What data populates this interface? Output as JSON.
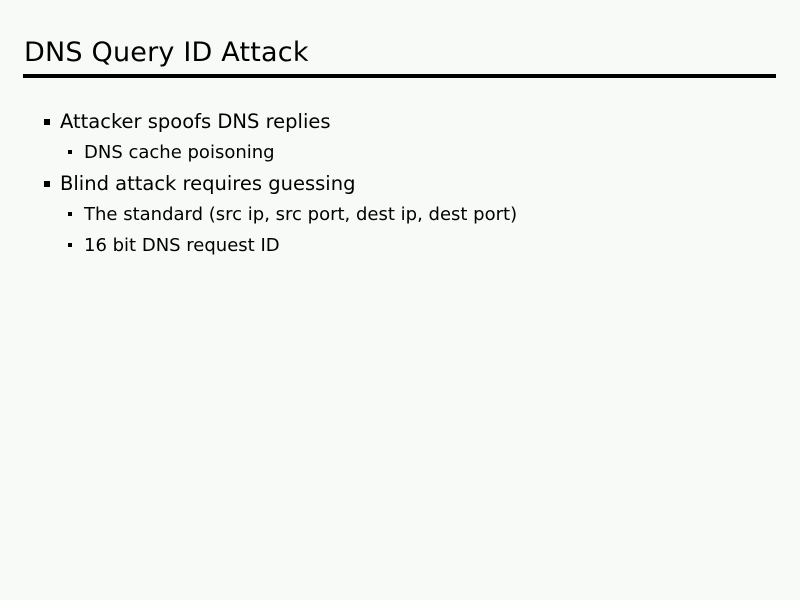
{
  "slide": {
    "title": "DNS Query ID Attack",
    "background_color": "#f7faf7",
    "text_color": "#000000",
    "rule_color": "#000000",
    "bullets": [
      {
        "level": 1,
        "marker": "square-bullet",
        "text": "Attacker spoofs DNS replies"
      },
      {
        "level": 2,
        "marker": "square-bullet",
        "text": "DNS cache poisoning"
      },
      {
        "level": 1,
        "marker": "square-bullet",
        "text": "Blind attack requires guessing"
      },
      {
        "level": 2,
        "marker": "square-bullet",
        "text": "The standard (src ip, src port, dest ip, dest port)"
      },
      {
        "level": 2,
        "marker": "square-bullet",
        "text": "16 bit DNS request ID"
      }
    ]
  }
}
